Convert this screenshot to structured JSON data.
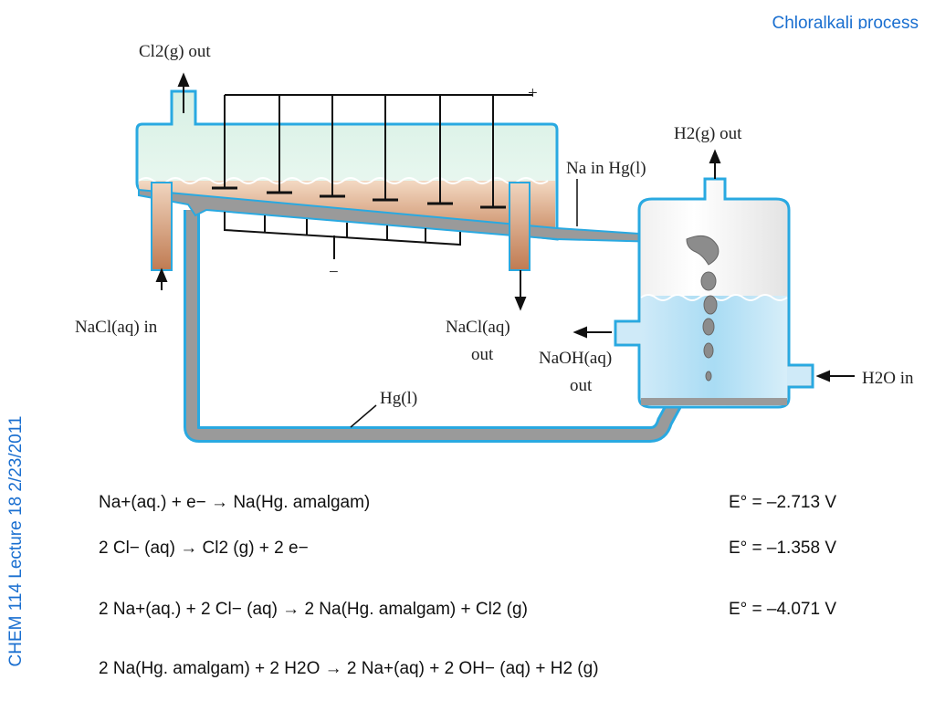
{
  "header": {
    "title": "Chloralkali process"
  },
  "sidebar": {
    "text": "CHEM 114 Lecture 18 2/23/2011"
  },
  "diagram": {
    "labels": {
      "cl2_out": "Cl2(g) out",
      "plus": "+",
      "minus": "−",
      "na_in_hg": "Na in Hg(l)",
      "h2_out": "H2(g) out",
      "nacl_in": "NaCl(aq) in",
      "nacl_out_1": "NaCl(aq)",
      "nacl_out_2": "out",
      "naoh_out_1": "NaOH(aq)",
      "naoh_out_2": "out",
      "h2o_in": "H2O in",
      "hg_l": "Hg(l)"
    }
  },
  "equations": [
    {
      "text": "Na+(aq.) + e− → Na(Hg. amalgam)",
      "potential": "E° = –2.713 V"
    },
    {
      "text": "2 Cl− (aq) → Cl2 (g) + 2 e−",
      "potential": "E° = –1.358 V"
    },
    {
      "text": "2 Na+(aq.) + 2 Cl− (aq) → 2 Na(Hg. amalgam) + Cl2 (g)",
      "potential": "E° = –4.071 V"
    },
    {
      "text": "2 Na(Hg. amalgam) + 2 H2O → 2 Na+(aq) + 2 OH− (aq) + H2 (g)",
      "potential": ""
    }
  ],
  "colors": {
    "accent": "#1a6fd0",
    "cell_outline": "#29a9e1",
    "mercury": "#9a9a9a",
    "brine": "#d4a07c",
    "water": "#bfe3f6"
  }
}
